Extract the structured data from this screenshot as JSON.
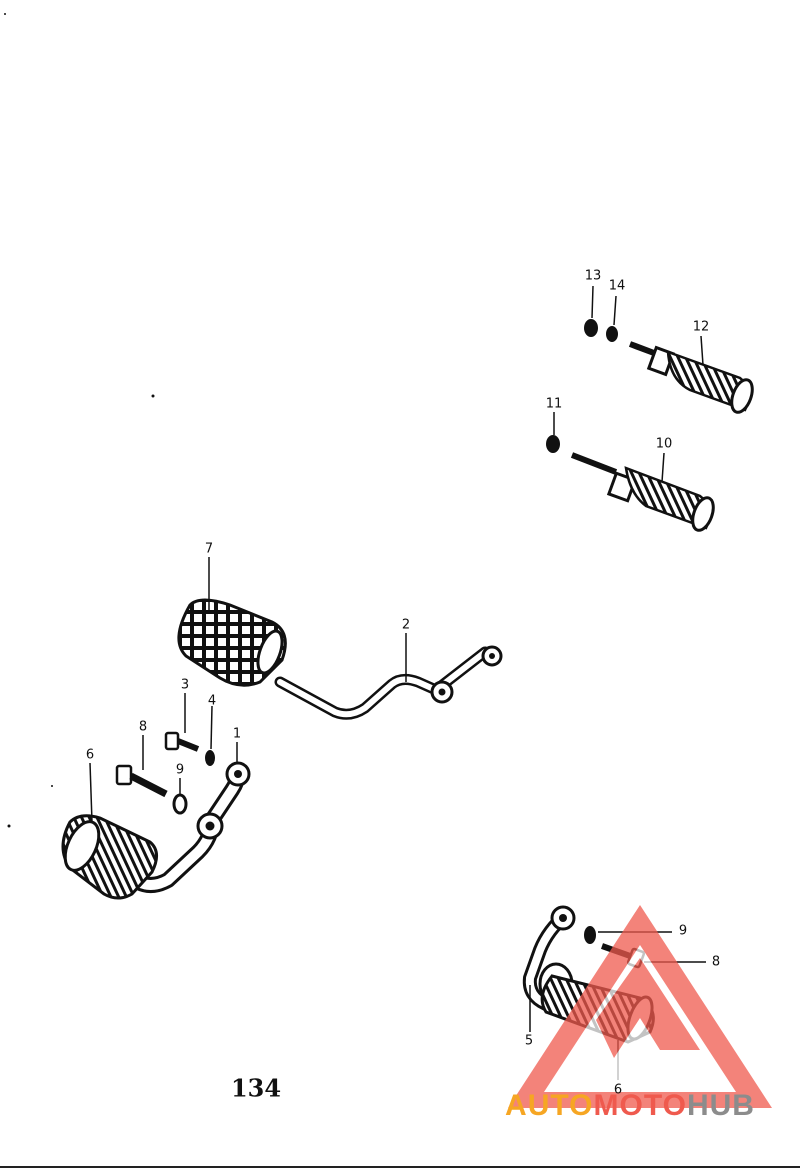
{
  "diagram": {
    "part_labels": {
      "p1": "1",
      "p2": "2",
      "p3": "3",
      "p4": "4",
      "p5": "5",
      "p6a": "6",
      "p6b": "6",
      "p7": "7",
      "p8a": "8",
      "p8b": "8",
      "p9a": "9",
      "p9b": "9",
      "p10": "10",
      "p11": "11",
      "p12": "12",
      "p13": "13",
      "p14": "14"
    },
    "page_number": "134"
  },
  "watermark": {
    "word_1": "AUTO",
    "word_2": "MOTO",
    "word_3": "HUB",
    "colors": {
      "auto": "#f6a623",
      "moto": "#ef5a4e",
      "hub": "#8c8c8c",
      "triangle": "#ef5a4e"
    }
  }
}
